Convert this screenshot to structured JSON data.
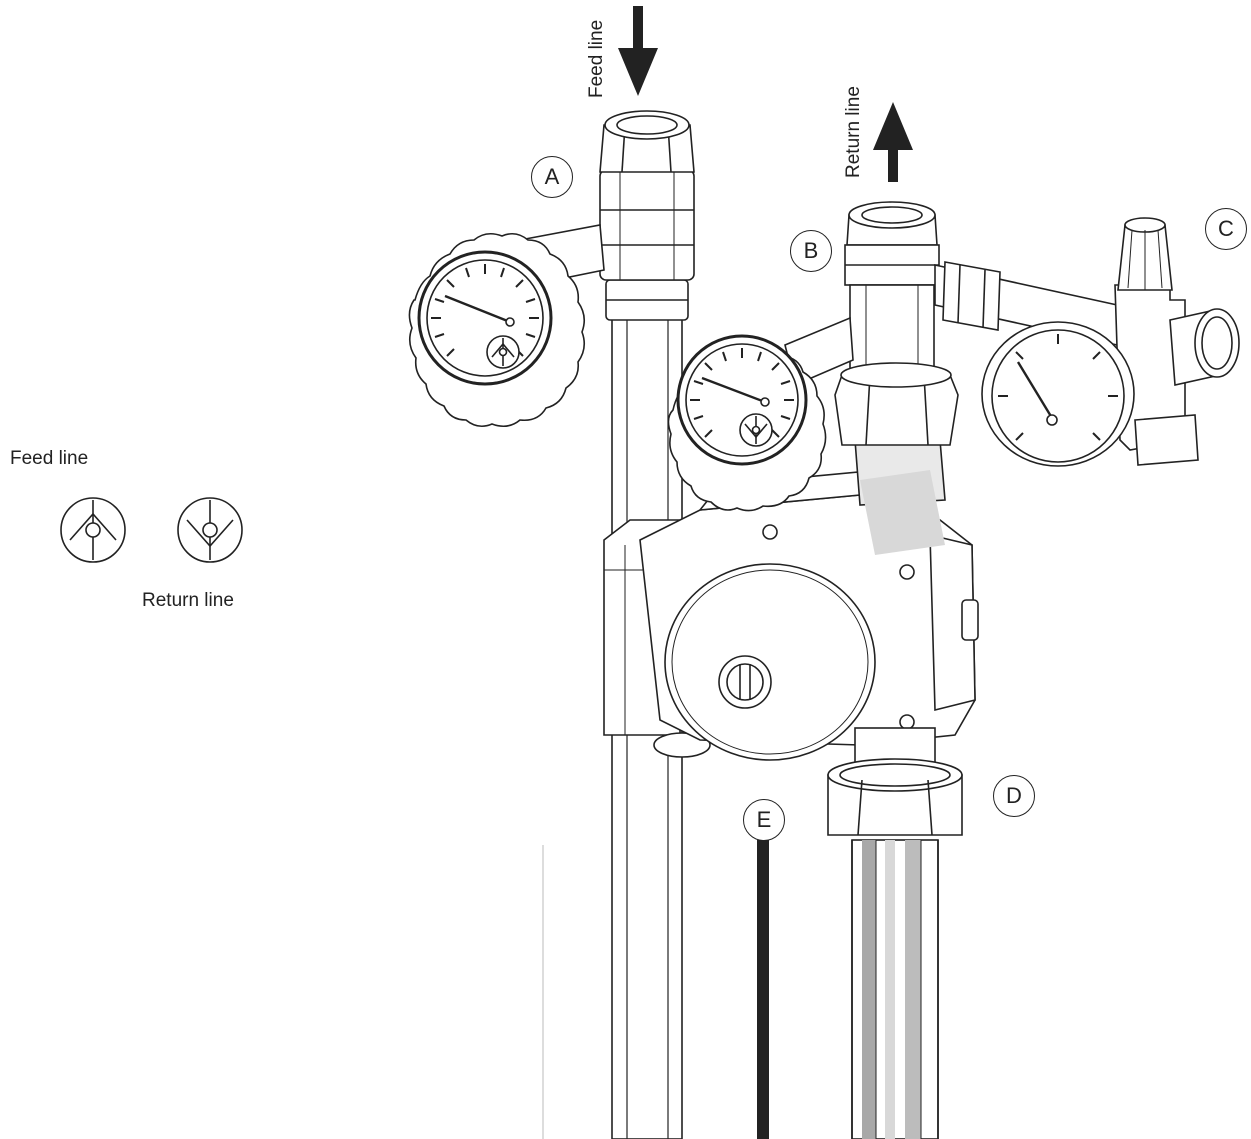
{
  "legend": {
    "feed_label": "Feed line",
    "return_label": "Return line"
  },
  "flow": {
    "feed_label": "Feed line",
    "return_label": "Return line"
  },
  "callouts": {
    "a": "A",
    "b": "B",
    "c": "C",
    "d": "D",
    "e": "E"
  },
  "colors": {
    "line": "#222222",
    "pipe_fill": "#ffffff",
    "shade_light": "#d8d8d8",
    "shade_mid": "#a8a8a8"
  }
}
